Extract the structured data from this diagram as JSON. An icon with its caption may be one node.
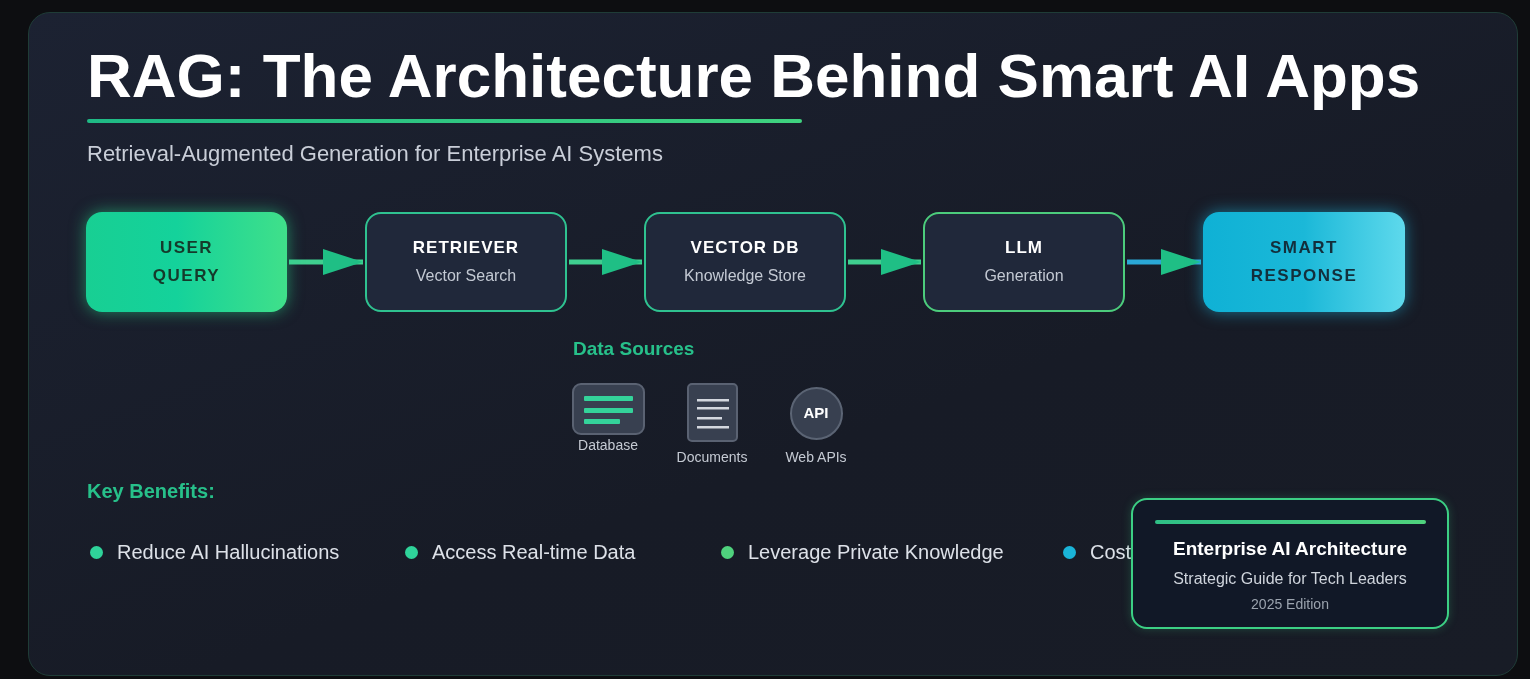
{
  "diagram": {
    "title": "RAG: The Architecture Behind Smart AI Apps",
    "nodes": [
      {
        "text": [
          "USER QUERY"
        ]
      },
      {
        "text": [
          "RETRIEVER",
          "Vector Search"
        ]
      },
      {
        "text": [
          "VECTOR DB",
          "Knowledge Store"
        ]
      },
      {
        "text": [
          "LLM",
          "Generation"
        ]
      },
      {
        "text": [
          "SMART RESPONSE"
        ]
      },
      {
        "text": [
          "Enterprise AI Architecture",
          "Strategic Guide for Tech Leaders",
          "2025 Edition"
        ]
      }
    ],
    "edges": [
      {
        "from": 0,
        "to": 1,
        "arrow": "to"
      },
      {
        "from": 1,
        "to": 2,
        "arrow": "to"
      },
      {
        "from": 2,
        "to": 3,
        "arrow": "to"
      },
      {
        "from": 3,
        "to": 4,
        "arrow": "to",
        "color": "#2aa7d6"
      }
    ],
    "labels": [
      "Retrieval-Augmented Generation for Enterprise AI Systems",
      "Data Sources",
      "Database",
      "Documents",
      "API",
      "Web APIs",
      "Key Benefits:",
      "Reduce AI Hallucinations",
      "Access Real-time Data",
      "Leverage Private Knowledge",
      "Cost"
    ]
  }
}
